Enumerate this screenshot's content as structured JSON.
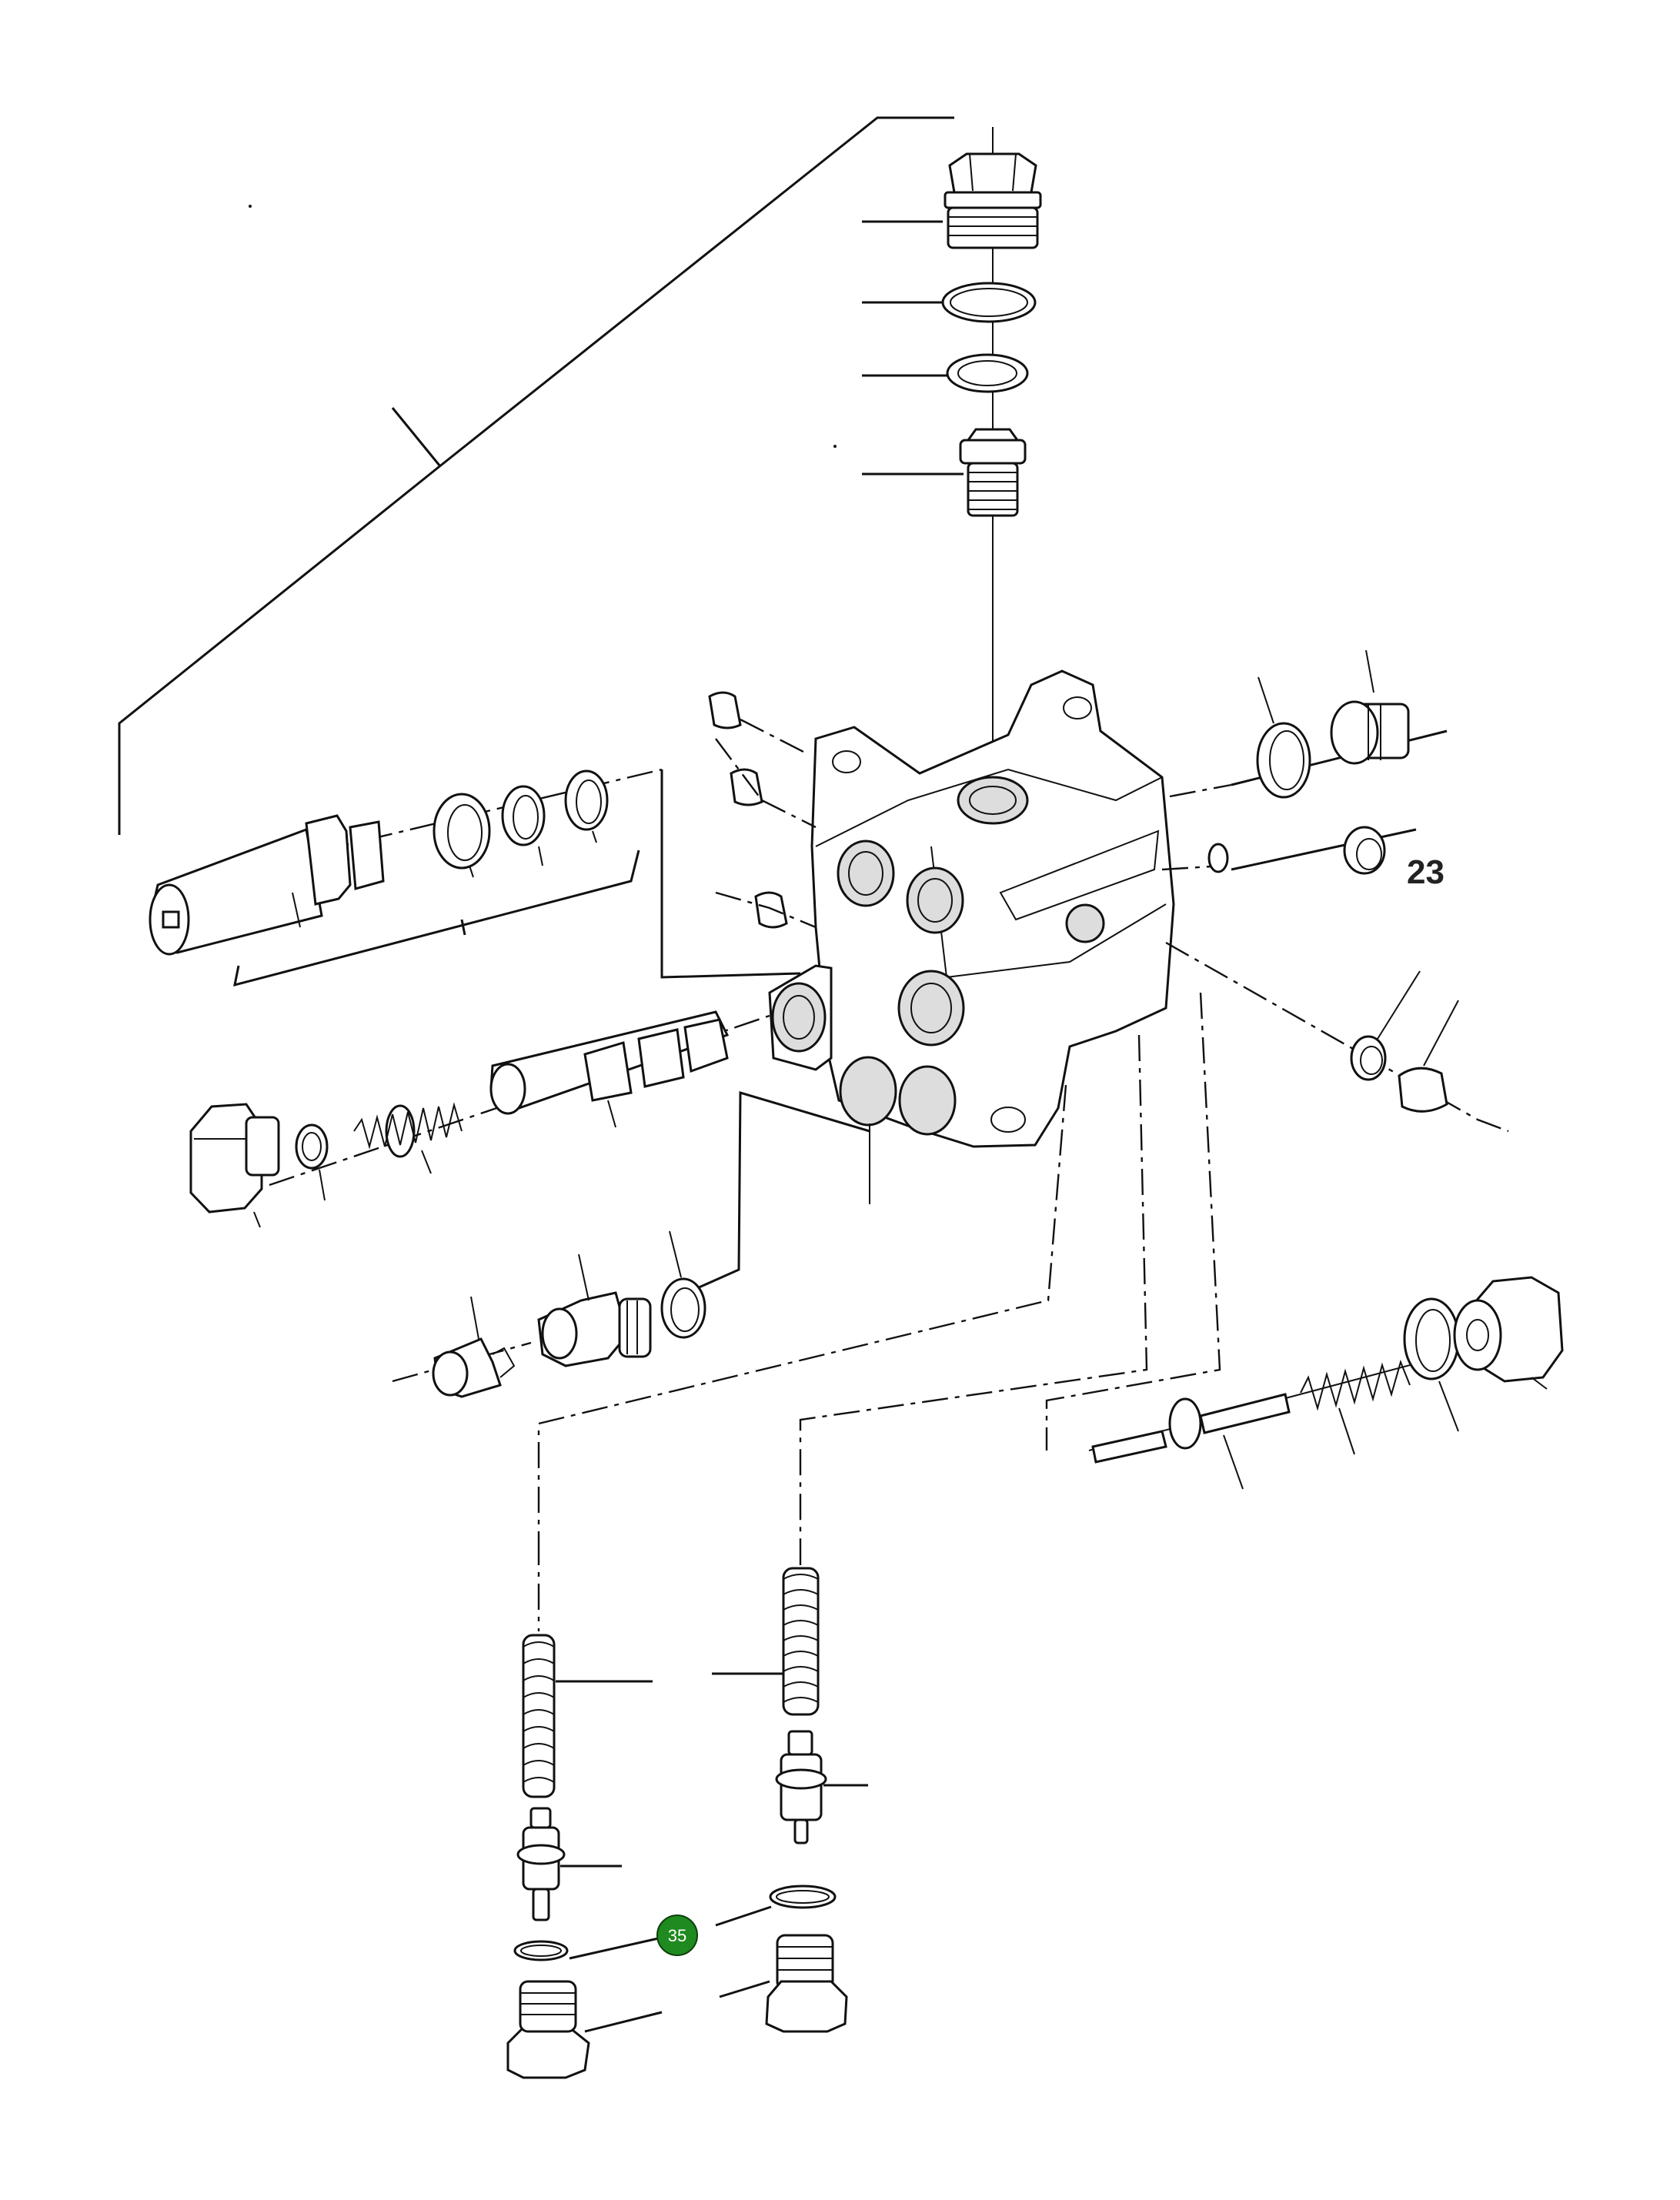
{
  "diagram": {
    "callouts": [
      {
        "id": "callout-35",
        "label": "35",
        "highlighted": true,
        "color": "#1f8a1f"
      },
      {
        "id": "callout-23",
        "label": "23",
        "highlighted": false,
        "color": "#222222"
      }
    ]
  }
}
